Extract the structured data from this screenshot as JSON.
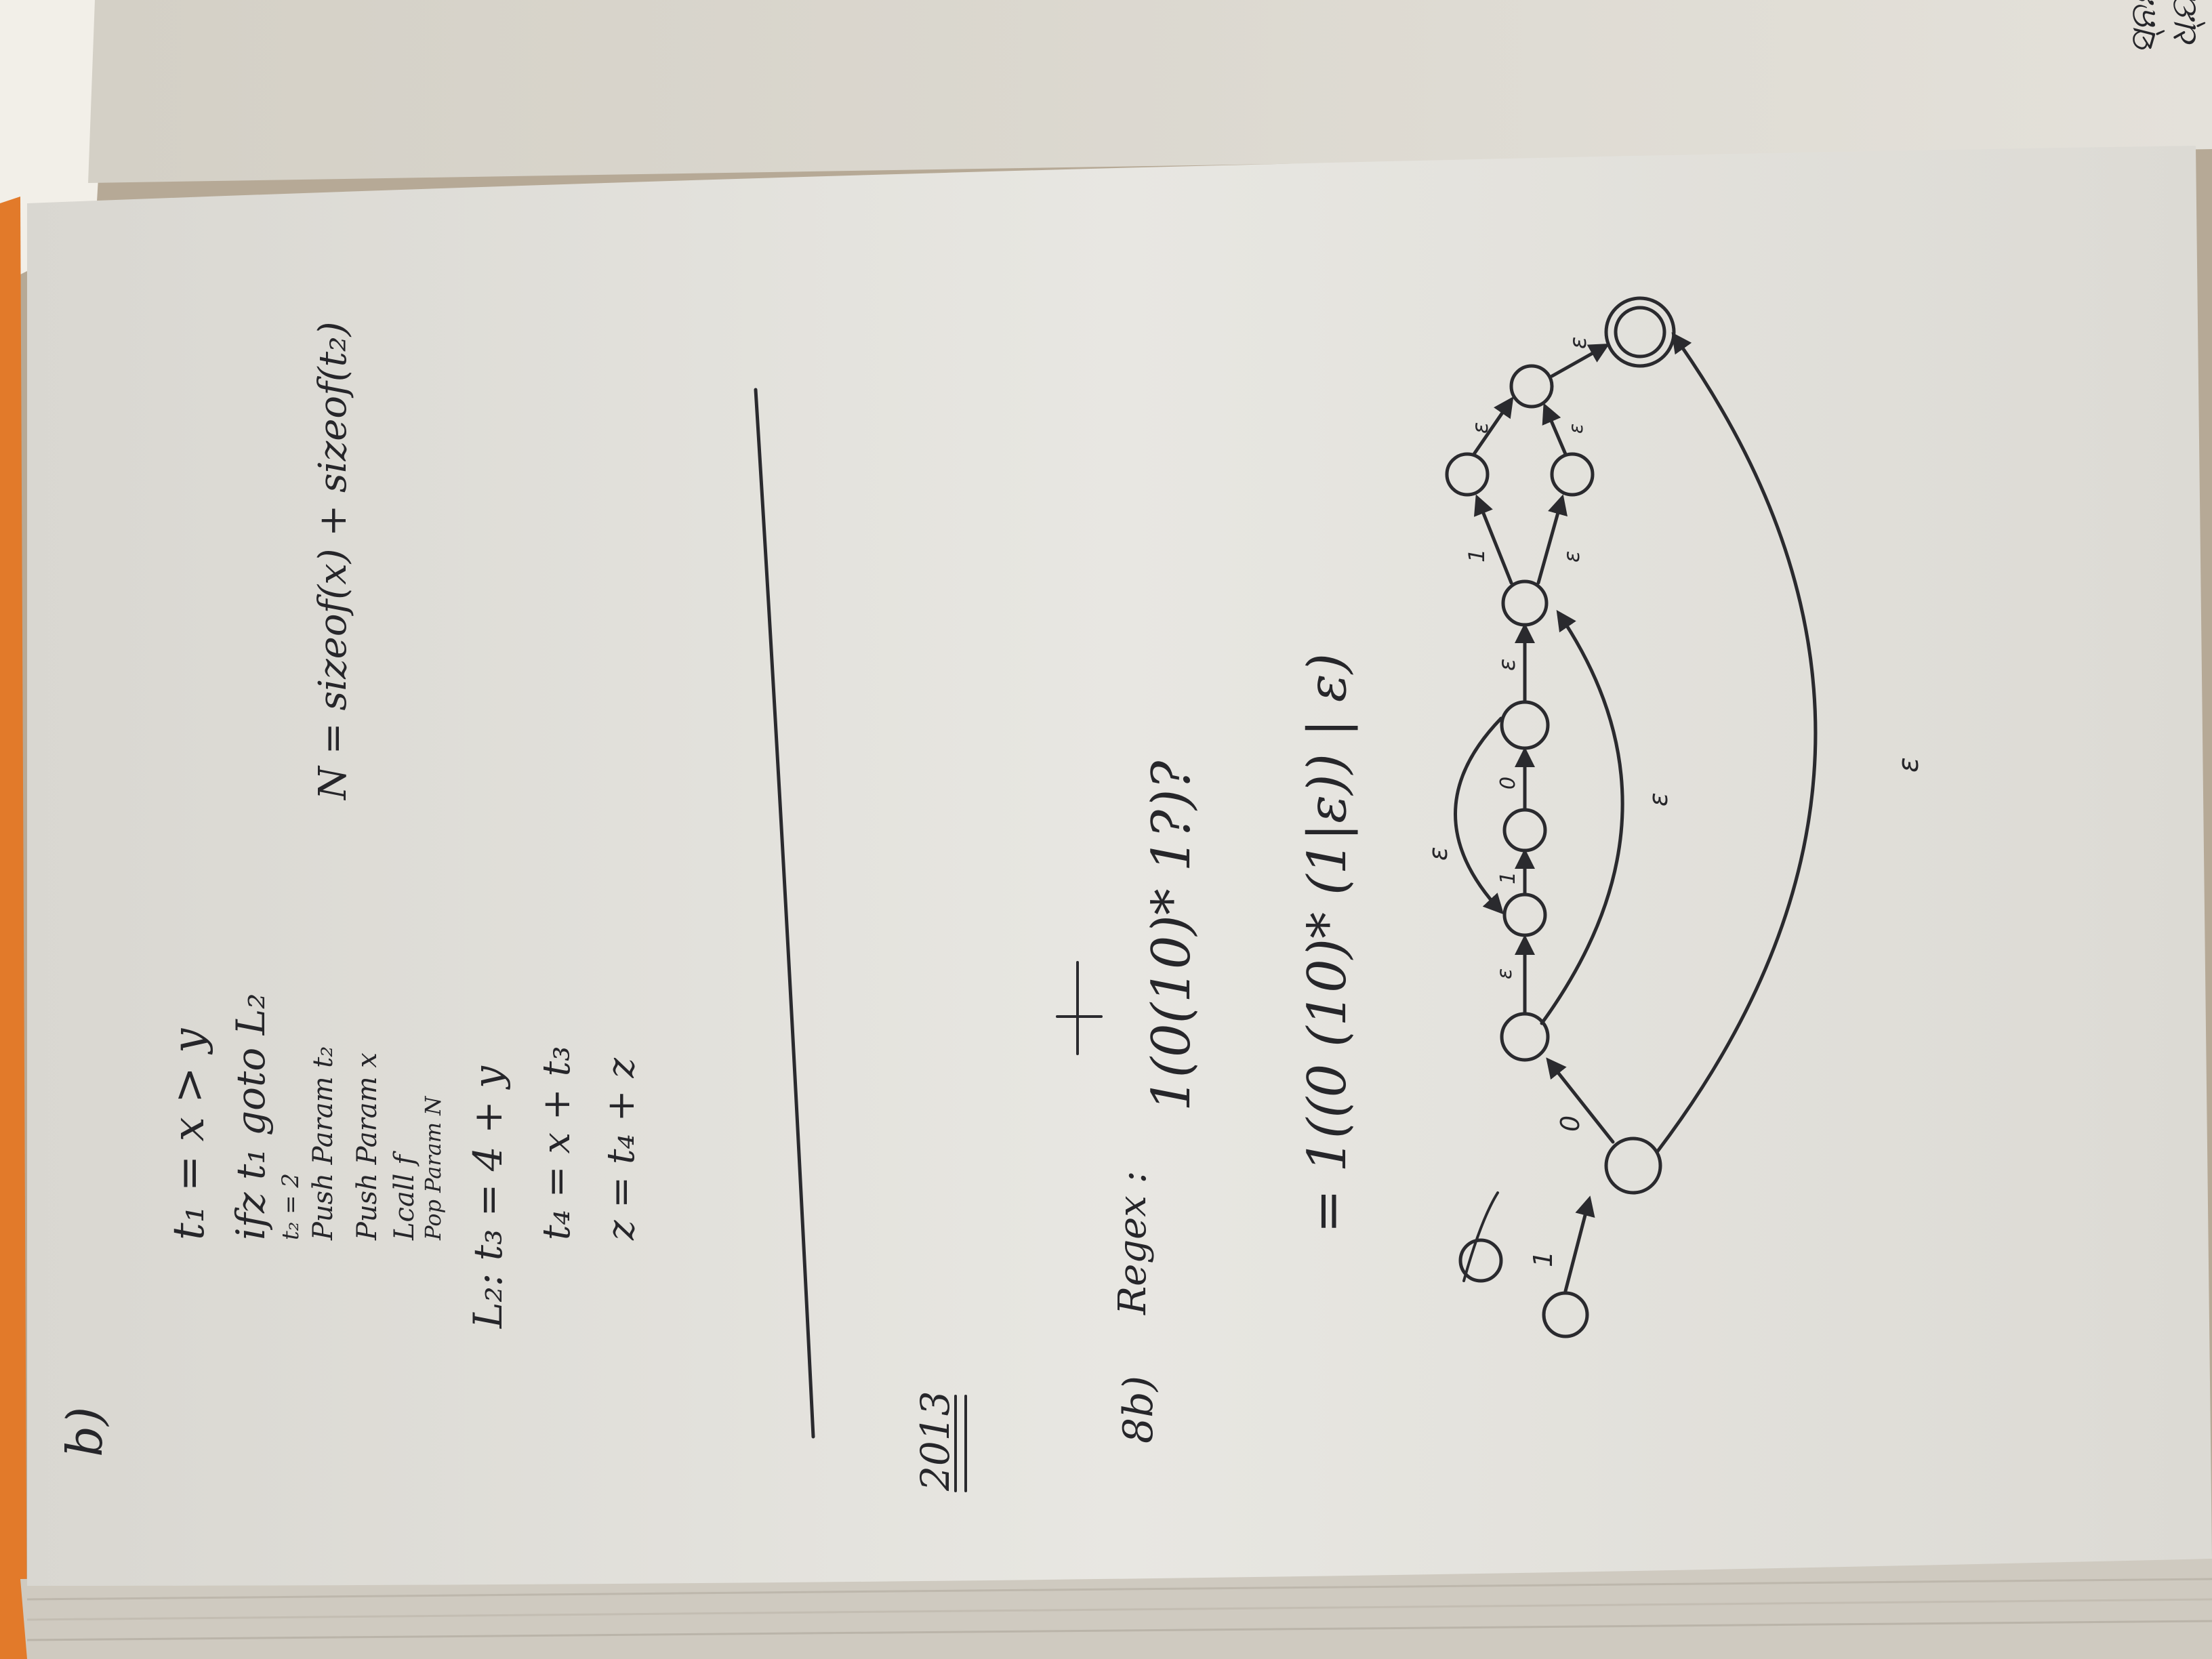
{
  "notebook": {
    "top_right_note": [
      "ସ୍ନୟ",
      "ଧ୍ଯ"
    ],
    "part_marker": "b)",
    "tac_code": [
      "t₁ = x > y",
      "ifz t₁ goto L₂",
      "t₂ = 2",
      "Push Param t₂",
      "Push Param x",
      "Lcall f",
      "Pop Param N",
      "L₂:  t₃ = 4 + y",
      "t₄ = x + t₃",
      "z = t₄ + z"
    ],
    "size_note": "N = sizeof(x) + sizeof(t₂)",
    "year_heading": "2013",
    "question_number": "8b)",
    "regex_label": "Regex :",
    "regex_line1": "1(0(10)* 1?)?",
    "regex_line2": "= 1((0 (10)* (1|ε)) | ε)",
    "nfa_symbols": {
      "one": "1",
      "zero": "0",
      "epsilon": "ε"
    }
  },
  "colors": {
    "page": "#e9e8e3",
    "ink": "#2a2a2e",
    "background": "#b7aa98"
  }
}
